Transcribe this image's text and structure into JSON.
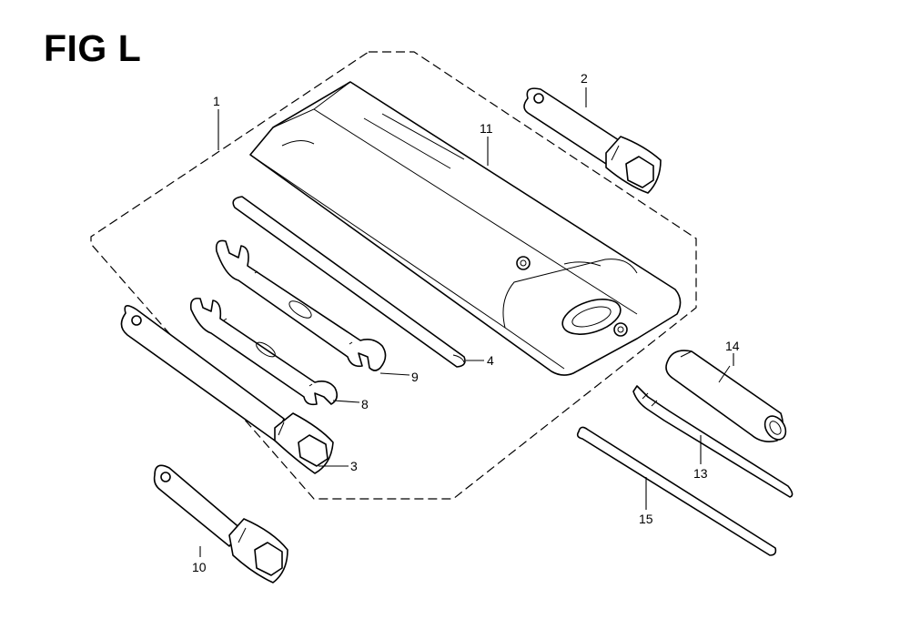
{
  "figure": {
    "title": "FIG L"
  },
  "callouts": {
    "p1": "1",
    "p2": "2",
    "p3": "3",
    "p4": "4",
    "p8": "8",
    "p9": "9",
    "p10": "10",
    "p11": "11",
    "p13": "13",
    "p14": "14",
    "p15": "15"
  }
}
